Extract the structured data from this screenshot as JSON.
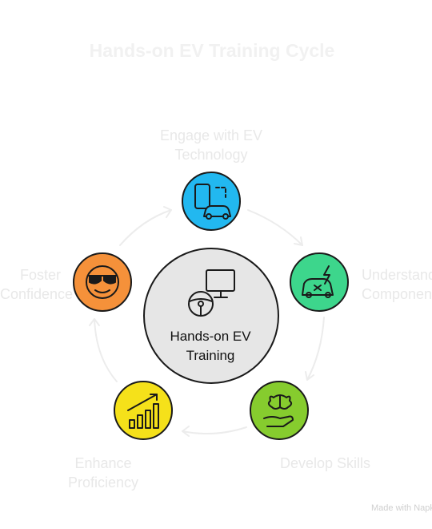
{
  "title": "Hands-on EV Training Cycle",
  "center": {
    "line1": "Hands-on EV",
    "line2": "Training",
    "color": "#e6e6e6",
    "icon": "steering-wheel-monitor-icon"
  },
  "steps": [
    {
      "line1": "Engage with EV",
      "line2": "Technology",
      "color": "#22b8f0",
      "icon": "phone-car-icon"
    },
    {
      "line1": "Understand",
      "line2": "Components",
      "color": "#3dd68c",
      "icon": "car-lightning-icon"
    },
    {
      "line1": "Develop Skills",
      "line2": "",
      "color": "#86cc2e",
      "icon": "brain-hand-icon"
    },
    {
      "line1": "Enhance",
      "line2": "Proficiency",
      "color": "#f5e11a",
      "icon": "bar-chart-growth-icon"
    },
    {
      "line1": "Foster",
      "line2": "Confidence",
      "color": "#f5913a",
      "icon": "sunglasses-face-icon"
    }
  ],
  "watermark": "Made with Napkin"
}
